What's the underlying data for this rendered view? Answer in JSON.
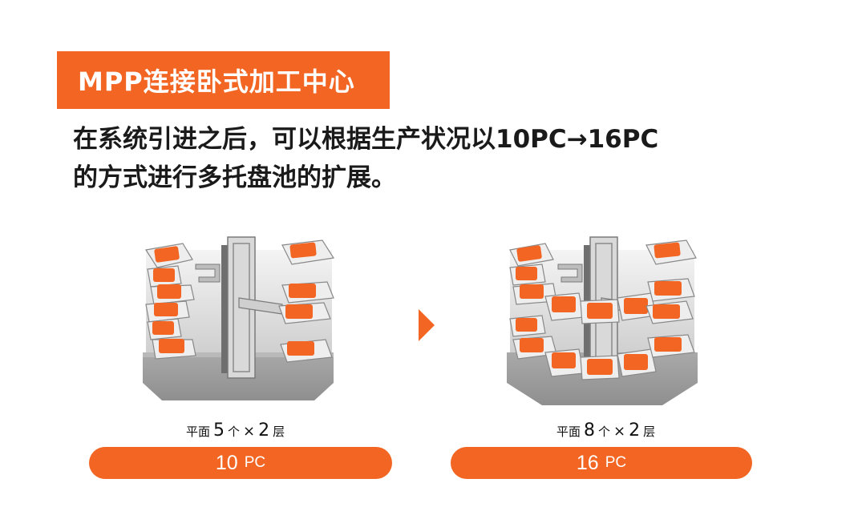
{
  "title": "MPP连接卧式加工中心",
  "description": {
    "line1": "在系统引进之后，可以根据生产状况以10PC→16PC",
    "line2": "的方式进行多托盘池的扩展。"
  },
  "configs": [
    {
      "caption_prefix": "平面",
      "per_layer": "5",
      "unit_ge": "个",
      "times": "×",
      "layers": "2",
      "unit_layer": "层",
      "total": "10",
      "total_unit": "PC"
    },
    {
      "caption_prefix": "平面",
      "per_layer": "8",
      "unit_ge": "个",
      "times": "×",
      "layers": "2",
      "unit_layer": "层",
      "total": "16",
      "total_unit": "PC"
    }
  ],
  "colors": {
    "accent": "#f26522",
    "text": "#1a1a1a",
    "machine_gray": "#9a9a9a"
  },
  "icons": {
    "arrow": "triangle-right-icon"
  }
}
